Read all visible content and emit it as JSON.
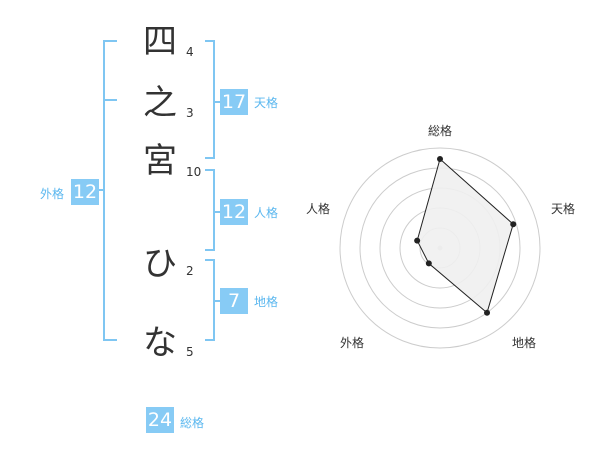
{
  "name": {
    "characters": [
      {
        "char": "四",
        "strokes": "4"
      },
      {
        "char": "之",
        "strokes": "3"
      },
      {
        "char": "宮",
        "strokes": "10"
      },
      {
        "char": "ひ",
        "strokes": "2"
      },
      {
        "char": "な",
        "strokes": "5"
      }
    ]
  },
  "fortunes": {
    "tenkaku": {
      "value": "17",
      "label": "天格"
    },
    "jinkaku": {
      "value": "12",
      "label": "人格"
    },
    "chikaku": {
      "value": "7",
      "label": "地格"
    },
    "gaikaku": {
      "value": "12",
      "label": "外格"
    },
    "soukaku": {
      "value": "24",
      "label": "総格"
    }
  },
  "radar": {
    "axes": [
      "総格",
      "天格",
      "地格",
      "外格",
      "人格"
    ],
    "levels": [
      0.89,
      0.77,
      0.8,
      0.19,
      0.24
    ],
    "colors": {
      "fill": "#efefef",
      "stroke": "#222222",
      "ring": "#cccccc",
      "dot": "#222222"
    }
  },
  "colors": {
    "accent": "#87cbf5",
    "label": "#5ab7ef",
    "bracket": "#7fc6f2"
  }
}
